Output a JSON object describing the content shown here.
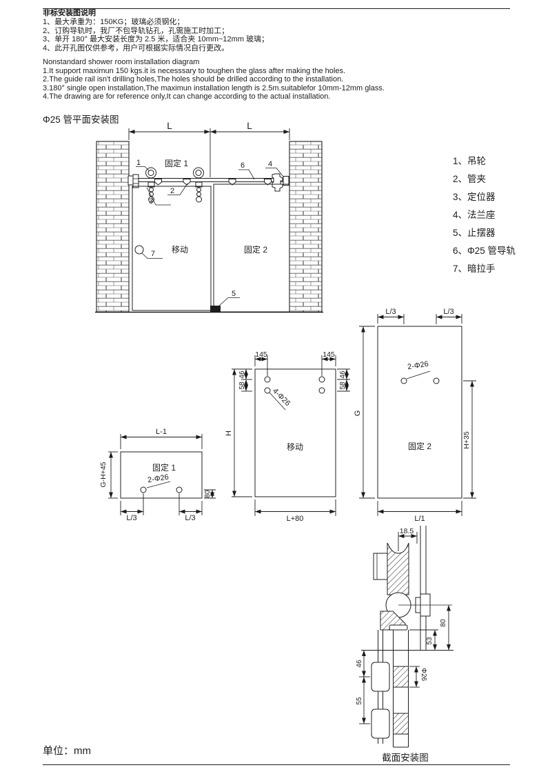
{
  "notes_cn": {
    "title": "非标安装图说明",
    "line1": "1、最大承重为：150KG；玻璃必须钢化；",
    "line2": "2、订购导轨时，我厂不包导轨钻孔，孔需施工时加工；",
    "line3": "3、单开 180° 最大安装长度为 2.5 米，适合夹 10mm~12mm 玻璃；",
    "line4": "4、此开孔图仅供参考，用户可根据实际情况自行更改。"
  },
  "notes_en": {
    "line1": "Nonstandard shower room installation diagram",
    "line2": "1.It support maximun 150 kgs.it is necesssary to toughen the glass after making the holes.",
    "line3": "2.The guide rail isn't drilling holes,The holes should be drilled according to the installation.",
    "line4": "3.180°  single open installation,The maximun installation length is 2.5m.suitablefor 10mm-12mm glass.",
    "line5": "4.The drawing are for reference only,It can change according to the actual installation."
  },
  "section_title": "Φ25 管平面安装图",
  "parts_list": {
    "item1": "1、吊轮",
    "item2": "2、管夹",
    "item3": "3、定位器",
    "item4": "4、法兰座",
    "item5": "5、止摆器",
    "item6": "6、Φ25 管导轨",
    "item7": "7、暗拉手"
  },
  "plan": {
    "dim_left": "L",
    "dim_right": "L",
    "label_fixed1": "固定 1",
    "label_moving": "移动",
    "label_fixed2": "固定 2",
    "callout1": "1",
    "callout2": "2",
    "callout3": "3",
    "callout4": "4",
    "callout5": "5",
    "callout6": "6",
    "callout7": "7"
  },
  "detail_fixed1": {
    "dim_top": "L-1",
    "dim_left": "G-H+45",
    "label": "固定 1",
    "dim_holes": "2-Φ26",
    "dim_right": "80",
    "dim_bottom_left": "L/3",
    "dim_bottom_right": "L/3"
  },
  "detail_moving": {
    "dim_top_left": "145",
    "dim_top_right": "145",
    "dim_left_upper": "46",
    "dim_left_lower": "58",
    "dim_right_upper": "46",
    "dim_right_lower": "58",
    "dim_holes": "4-Φ26",
    "dim_height": "H",
    "label": "移动",
    "dim_bottom": "L+80"
  },
  "detail_fixed2": {
    "dim_top_left": "L/3",
    "dim_top_right": "L/3",
    "dim_holes": "2-Φ26",
    "dim_height": "G",
    "dim_right": "H+35",
    "label": "固定 2",
    "dim_bottom": "L/1"
  },
  "section_view": {
    "dim_top": "18.5",
    "dim_80": "80",
    "dim_53": "53",
    "dim_46": "46",
    "dim_55": "55",
    "dim_dia": "Φ26",
    "caption": "截面安装图"
  },
  "footer": {
    "unit_label": "单位：mm"
  },
  "colors": {
    "ink": "#1c1c1c"
  }
}
